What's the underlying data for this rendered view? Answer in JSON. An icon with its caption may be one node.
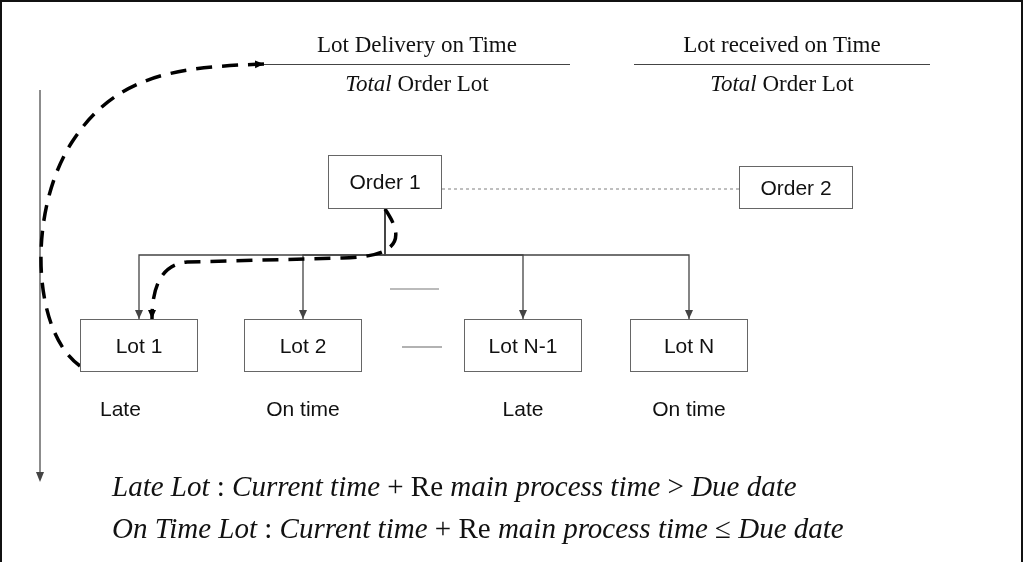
{
  "diagram": {
    "nodes": [
      {
        "text": [
          "Lot Delivery on Time",
          "*Total* Order Lot"
        ]
      },
      {
        "text": [
          "Lot received on Time",
          "*Total* Order Lot"
        ]
      },
      {
        "text": [
          "Order 1"
        ]
      },
      {
        "text": [
          "Order 2"
        ]
      },
      {
        "text": [
          "Lot 1"
        ],
        "beside": [
          "Late"
        ]
      },
      {
        "text": [
          "Lot 2"
        ],
        "beside": [
          "On time"
        ]
      },
      {
        "text": [
          "Lot N-1"
        ],
        "beside": [
          "Late"
        ]
      },
      {
        "text": [
          "Lot N"
        ],
        "beside": [
          "On time"
        ]
      }
    ],
    "edges": [
      {
        "from": 2,
        "to": 4,
        "arrow": "to"
      },
      {
        "from": 2,
        "to": 5,
        "arrow": "to"
      },
      {
        "from": 2,
        "to": 6,
        "arrow": "to"
      },
      {
        "from": 2,
        "to": 7,
        "arrow": "to"
      },
      {
        "from": 2,
        "to": 3,
        "arrow": "none",
        "style": "dashed",
        "color": "#808080"
      },
      {
        "from": 2,
        "to": 4,
        "arrow": "to",
        "style": "dashed",
        "color": "#000000"
      },
      {
        "from": 4,
        "to": 0,
        "arrow": "to",
        "style": "dashed",
        "color": "#000000"
      }
    ],
    "labels": [
      "*Late Lot* : *Current time* + Re *main process time* > *Due date*",
      "*On Time Lot* : *Current time* + Re *main process time* ≤ *Due date*"
    ]
  }
}
